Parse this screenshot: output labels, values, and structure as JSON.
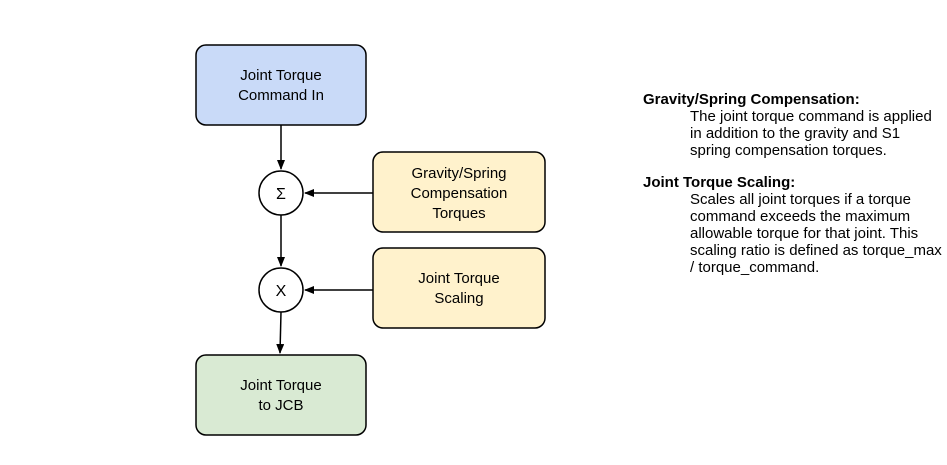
{
  "colors": {
    "input_fill": "#c9daf8",
    "comp_fill": "#fff2cc",
    "output_fill": "#d9ead3",
    "stroke": "#000000"
  },
  "diagram": {
    "input": {
      "line1": "Joint Torque",
      "line2": "Command In"
    },
    "sum_symbol": "Σ",
    "gravity": {
      "line1": "Gravity/Spring",
      "line2": "Compensation",
      "line3": "Torques"
    },
    "mult_symbol": "X",
    "scaling": {
      "line1": "Joint Torque",
      "line2": "Scaling"
    },
    "output": {
      "line1": "Joint Torque",
      "line2": "to JCB"
    }
  },
  "notes": {
    "gravity": {
      "title": "Gravity/Spring Compensation:",
      "body": "The joint torque command is applied in addition to the gravity and S1 spring compensation torques."
    },
    "scaling": {
      "title": "Joint Torque Scaling:",
      "body": "Scales all joint torques if a torque command exceeds the maximum allowable torque for that joint. This scaling ratio is defined as torque_max / torque_command."
    }
  }
}
